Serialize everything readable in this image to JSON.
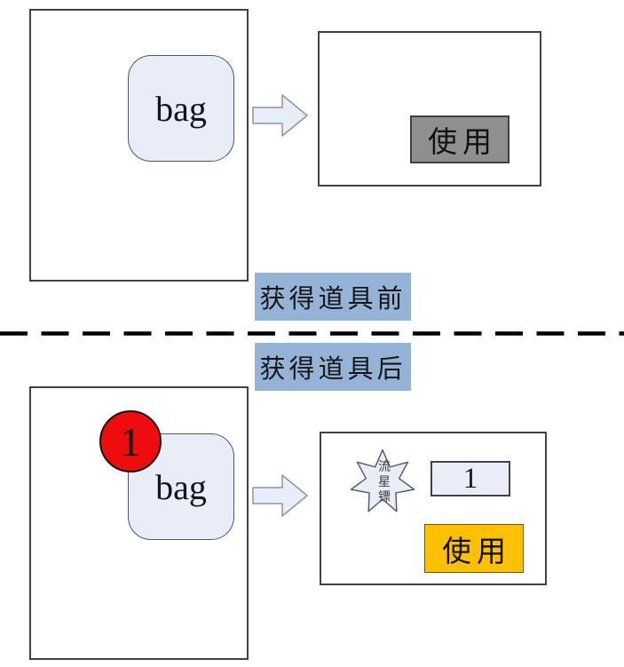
{
  "diagram_title": "bag item acquisition before/after mockup",
  "colors": {
    "panel_border": "#424242",
    "item_fill": "#e8edf7",
    "item_border": "#4d5566",
    "arrow_fill": "#e8edf7",
    "arrow_border": "#8a93a6",
    "stage_label_bg": "#95b3d7",
    "gray_button_bg": "#8f8f8f",
    "orange_button_bg": "#ffc000",
    "badge_bg": "#ed0d0d",
    "dash_line": "#000000"
  },
  "before": {
    "bag_label": "bag",
    "use_button_label": "使用"
  },
  "divider": {
    "before_label": "获得道具前",
    "after_label": "获得道具后"
  },
  "after": {
    "bag_label": "bag",
    "badge_count": "1",
    "item_name": "流星镖",
    "item_count": "1",
    "use_button_label": "使用"
  }
}
